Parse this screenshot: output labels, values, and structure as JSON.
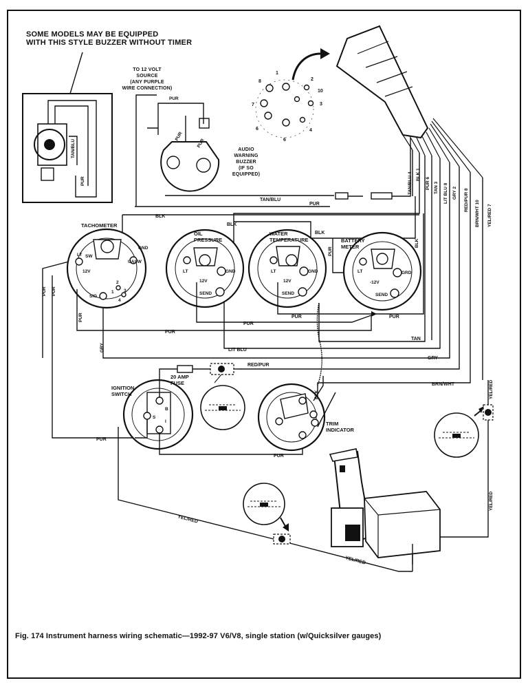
{
  "notes": {
    "buzzer_variant": "SOME MODELS MAY BE EQUIPPED\nWITH THIS STYLE BUZZER WITHOUT TIMER",
    "power_source": "TO 12 VOLT\nSOURCE\n(ANY PURPLE\nWIRE CONNECTION)",
    "buzzer": "AUDIO\nWARNING\nBUZZER\n(IF SO\nEQUIPPED)"
  },
  "caption": "Fig. 174  Instrument harness wiring schematic—1992-97 V6/V8, single station (w/Quicksilver gauges)",
  "components": {
    "tachometer": "TACHOMETER",
    "oil_pressure": "OIL\nPRESSURE",
    "water_temperature": "WATER\nTEMPERATURE",
    "battery_meter": "BATTERY\nMETER",
    "ignition_switch": "IGNITION\nSWITCH",
    "fuse": "20 AMP\nFUSE",
    "trim_indicator": "TRIM\nINDICATOR"
  },
  "connector_pins": [
    "1",
    "2",
    "3",
    "4",
    "5",
    "6",
    "7",
    "8",
    "10"
  ],
  "harness_leads": [
    "TAN/BLU 4",
    "BLK 1",
    "PUR 6",
    "TAN 3",
    "LIT BLU 8",
    "GRY 2",
    "RED/PUR 8",
    "BRN/WHT 10",
    "YEL/RED 7"
  ],
  "wire_labels": {
    "pur": "PUR",
    "blk": "BLK",
    "tan_blu": "TAN/BLU",
    "tan": "TAN",
    "gry": "GRY",
    "lit_blu": "LIT BLU",
    "red_pur": "RED/PUR",
    "brn_wht": "BRN/WHT",
    "yel_red": "YEL/RED"
  },
  "terminals": {
    "tach": [
      "LT",
      "SW",
      "GND",
      "UASW",
      "12V",
      "SIG",
      "2",
      "1",
      "3",
      "4"
    ],
    "gauge": [
      "LT",
      "12V",
      "GND",
      "SEND"
    ],
    "battery": [
      "LT",
      "-12V",
      "GRD",
      "SEND"
    ],
    "ignition": [
      "B",
      "S",
      "I"
    ],
    "buzzer_wire": "TAN/BLU"
  }
}
